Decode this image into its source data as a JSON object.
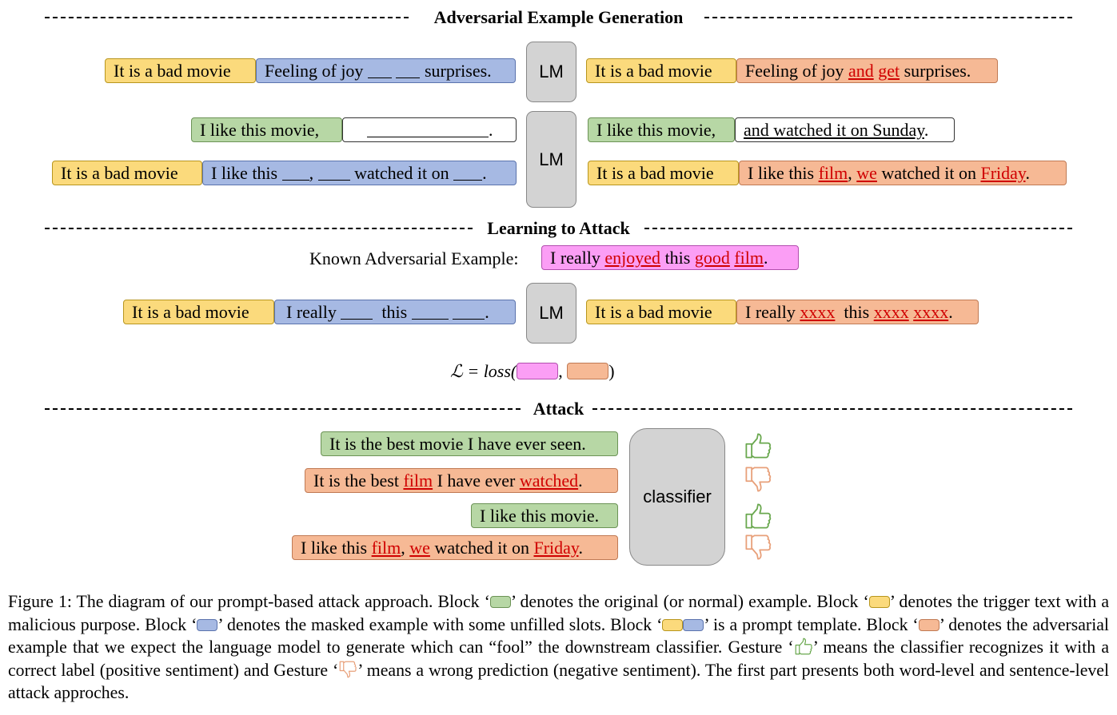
{
  "sections": {
    "generation": "Adversarial Example Generation",
    "learning": "Learning to Attack",
    "attack": "Attack"
  },
  "lm_label": "LM",
  "classifier_label": "classifier",
  "generation": {
    "row1": {
      "trigger": "It is a bad movie",
      "mask_a": "Feeling of joy",
      "mask_b": "surprises.",
      "out_trigger": "It is a bad movie",
      "out_a": "Feeling of joy",
      "out_w1": "and",
      "out_w2": "get",
      "out_b": "surprises."
    },
    "row2": {
      "original": "I like this movie,",
      "blank_end": ".",
      "out_original": "I like this movie,",
      "out_fill": "and watched it on Sunday",
      "out_end": "."
    },
    "row3": {
      "trigger": "It is a bad movie",
      "mask_a": "I like this",
      "mask_comma": ",",
      "mask_b": "watched it on",
      "mask_end": ".",
      "out_trigger": "It is a bad movie",
      "out_a": "I like this",
      "out_w1": "film",
      "out_comma": ",",
      "out_w2": "we",
      "out_b": "watched it on",
      "out_w3": "Friday",
      "out_end": "."
    }
  },
  "learning": {
    "known_label": "Known Adversarial Example:",
    "known_a": "I really",
    "known_w1": "enjoyed",
    "known_b": "this",
    "known_w2": "good",
    "known_w3": "film",
    "known_end": ".",
    "trigger": "It is a bad movie",
    "mask_a": "I really",
    "mask_b": "this",
    "mask_end": ".",
    "out_trigger": "It is a bad movie",
    "out_a": "I really",
    "out_w1": "xxxx",
    "out_b": "this",
    "out_w2": "xxxx",
    "out_w3": "xxxx",
    "out_end": ".",
    "loss_prefix": "ℒ = loss(",
    "loss_comma": ",",
    "loss_suffix": ")"
  },
  "attack": {
    "s1": "It is the best movie I have ever seen.",
    "s2_a": "It is the best",
    "s2_w1": "film",
    "s2_b": "I have ever",
    "s2_w2": "watched",
    "s2_end": ".",
    "s3": "I like this movie.",
    "s4_a": "I like this",
    "s4_w1": "film",
    "s4_comma": ",",
    "s4_w2": "we",
    "s4_b": "watched it on",
    "s4_w3": "Friday",
    "s4_end": ".",
    "icons": [
      "thumbs-up-icon",
      "thumbs-down-icon",
      "thumbs-up-icon",
      "thumbs-down-icon"
    ]
  },
  "caption": {
    "t1": "Figure 1: The diagram of our prompt-based attack approach. Block ‘",
    "t2": "’ denotes the original (or normal) example. Block ‘",
    "t3": "’ denotes the trigger text with a malicious purpose. Block ‘",
    "t4": "’ denotes the masked example with some unfilled slots. Block ‘",
    "t5": "’ is a prompt template. Block ‘",
    "t6": "’ denotes the adversarial example that we expect the language model to generate which can “fool” the downstream classifier. Gesture ‘",
    "t7": "’ means the classifier recognizes it with a correct label (positive sentiment) and Gesture ‘",
    "t8": "’ means a wrong prediction (negative sentiment). The first part presents both word-level and sentence-level attack approches."
  },
  "colors": {
    "trigger": "#fbda7c",
    "masked": "#a6b9e3",
    "original": "#b7d7a5",
    "adversarial": "#f6b995",
    "known": "#fb9ef5",
    "highlight_word": "#d00000",
    "model_box": "#d3d3d3",
    "thumb_up": "#6aa84f",
    "thumb_down": "#e8a07a"
  }
}
